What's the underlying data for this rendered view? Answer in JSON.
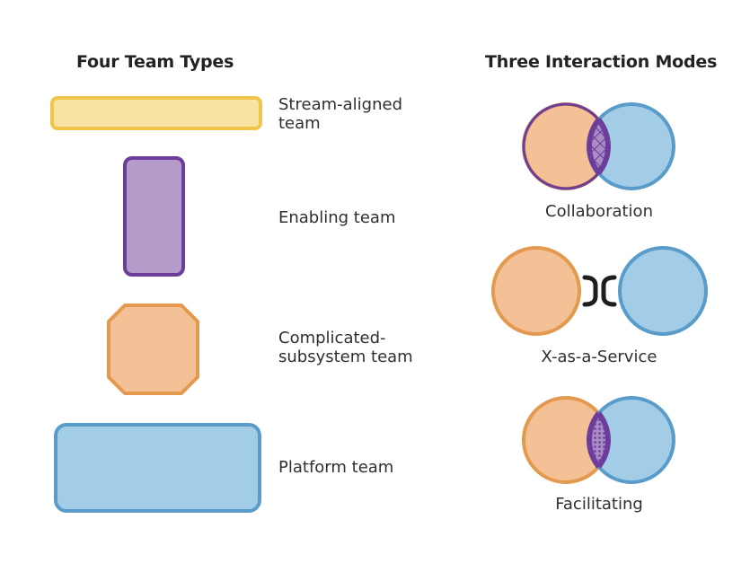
{
  "team_types": {
    "heading": "Four Team Types",
    "items": [
      {
        "label": "Stream-aligned\nteam",
        "fill": "#f9e3a3",
        "stroke": "#f0c64a"
      },
      {
        "label": "Enabling team",
        "fill": "#b49bc9",
        "stroke": "#6c3d9a"
      },
      {
        "label": "Complicated-\nsubsystem team",
        "fill": "#f4c096",
        "stroke": "#e39a4f"
      },
      {
        "label": "Platform team",
        "fill": "#a3cde6",
        "stroke": "#5a9cc9"
      }
    ]
  },
  "interaction_modes": {
    "heading": "Three Interaction Modes",
    "items": [
      {
        "label": "Collaboration",
        "overlap_pattern": "crosshatch"
      },
      {
        "label": "X-as-a-Service",
        "connector": "bracket"
      },
      {
        "label": "Facilitating",
        "overlap_pattern": "dotted"
      }
    ],
    "colors": {
      "orange_fill": "#f4c096",
      "orange_stroke": "#e39a4f",
      "blue_fill": "#a3cde6",
      "blue_stroke": "#5a9cc9",
      "purple": "#6c3d9a",
      "purple_fill": "#a98bc6"
    }
  }
}
